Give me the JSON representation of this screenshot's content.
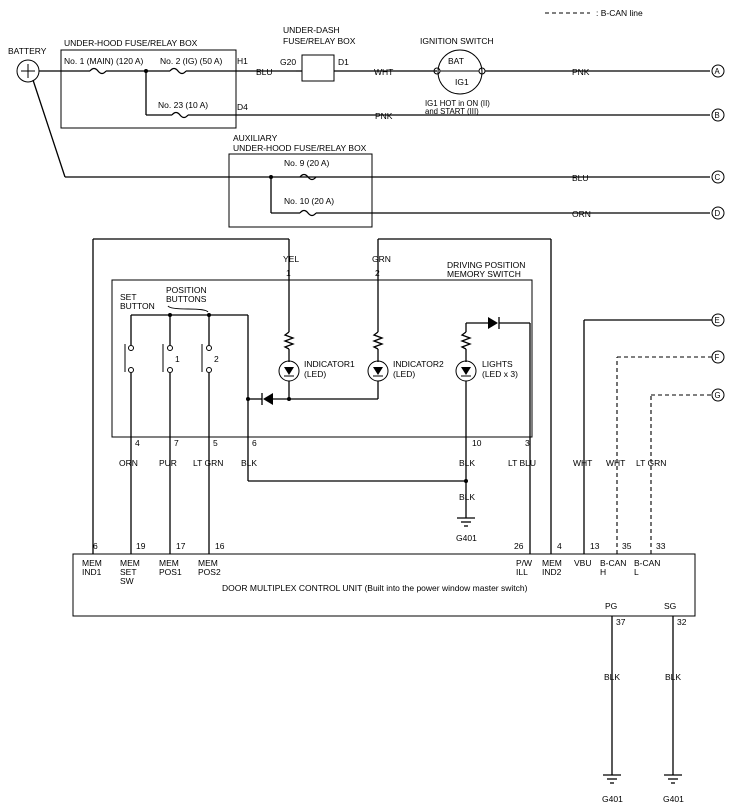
{
  "legend": {
    "text": ": B-CAN line"
  },
  "battery": {
    "label": "BATTERY"
  },
  "under_hood_box": {
    "title": "UNDER-HOOD FUSE/RELAY BOX",
    "fuse_main": "No. 1 (MAIN) (120 A)",
    "fuse_ig": "No. 2 (IG) (50 A)",
    "fuse_23": "No. 23 (10 A)",
    "pin_h1": "H1",
    "pin_d4": "D4"
  },
  "under_dash_box": {
    "title_line1": "UNDER-DASH",
    "title_line2": "FUSE/RELAY BOX",
    "pin_g20": "G20",
    "pin_d1": "D1"
  },
  "ignition_switch": {
    "title": "IGNITION SWITCH",
    "bat": "BAT",
    "ig1": "IG1",
    "note_line1": "IG1 HOT in ON (II)",
    "note_line2": "and START (III)"
  },
  "aux_box": {
    "title_line1": "AUXILIARY",
    "title_line2": "UNDER-HOOD FUSE/RELAY BOX",
    "fuse_9": "No. 9 (20 A)",
    "fuse_10": "No. 10 (20 A)"
  },
  "wires": {
    "blu": "BLU",
    "wht": "WHT",
    "pnk": "PNK",
    "blu_c": "BLU",
    "orn_d": "ORN",
    "yel": "YEL",
    "grn": "GRN",
    "orn": "ORN",
    "pur": "PUR",
    "lt_grn": "LT GRN",
    "blk": "BLK",
    "blk_10": "BLK",
    "lt_blu": "LT BLU",
    "wht_vbu": "WHT",
    "wht_bcan": "WHT",
    "lt_grn_bcan": "LT GRN",
    "blk_ground": "BLK",
    "blk_pg": "BLK",
    "blk_sg": "BLK"
  },
  "connectors": {
    "a": "A",
    "b": "B",
    "c": "C",
    "d": "D",
    "e": "E",
    "f": "F",
    "g": "G"
  },
  "memory_switch": {
    "title_line1": "DRIVING POSITION",
    "title_line2": "MEMORY SWITCH",
    "set_button_line1": "SET",
    "set_button_line2": "BUTTON",
    "position_line1": "POSITION",
    "position_line2": "BUTTONS",
    "btn1": "1",
    "btn2": "2",
    "indicator1_line1": "INDICATOR1",
    "indicator1_line2": "(LED)",
    "indicator2_line1": "INDICATOR2",
    "indicator2_line2": "(LED)",
    "lights_line1": "LIGHTS",
    "lights_line2": "(LED x 3)",
    "pins": {
      "p1": "1",
      "p2": "2",
      "p3": "3",
      "p4": "4",
      "p5": "5",
      "p6": "6",
      "p7": "7",
      "p10": "10"
    }
  },
  "grounds": {
    "g401_a": "G401",
    "g401_b": "G401",
    "g401_c": "G401"
  },
  "control_unit": {
    "title": "DOOR MULTIPLEX CONTROL UNIT (Built into the power window master switch)",
    "pins": {
      "p6": "6",
      "p19": "19",
      "p17": "17",
      "p16": "16",
      "p26": "26",
      "p4": "4",
      "p13": "13",
      "p35": "35",
      "p33": "33",
      "p37": "37",
      "p32": "32"
    },
    "mem_ind1_a": "MEM",
    "mem_ind1_b": "IND1",
    "mem_set_a": "MEM",
    "mem_set_b": "SET",
    "mem_set_c": "SW",
    "mem_pos1_a": "MEM",
    "mem_pos1_b": "POS1",
    "mem_pos2_a": "MEM",
    "mem_pos2_b": "POS2",
    "pw_ill_a": "P/W",
    "pw_ill_b": "ILL",
    "mem_ind2_a": "MEM",
    "mem_ind2_b": "IND2",
    "vbu": "VBU",
    "bcan_h_a": "B-CAN",
    "bcan_h_b": "H",
    "bcan_l_a": "B-CAN",
    "bcan_l_b": "L",
    "pg": "PG",
    "sg": "SG"
  }
}
